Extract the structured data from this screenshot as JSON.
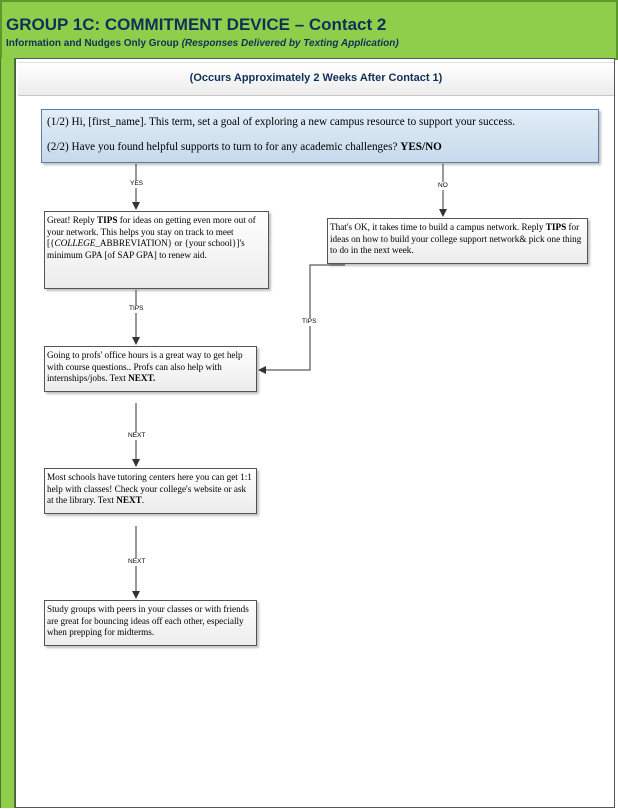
{
  "header": {
    "title": "GROUP 1C: COMMITMENT DEVICE – Contact 2",
    "subtitle_main": "Information and Nudges Only Group ",
    "subtitle_italic": "(Responses Delivered by Texting Application)"
  },
  "timing": "(Occurs Approximately 2 Weeks After Contact 1)",
  "start_message": {
    "line1": "(1/2) Hi, [first_name]. This term, set a goal of exploring a new campus resource to support your success.",
    "line2_text": "(2/2) Have you found helpful supports to turn to for any academic challenges? ",
    "line2_bold": "YES/NO"
  },
  "edges": {
    "yes": "YES",
    "no": "NO",
    "tips_left": "TIPS",
    "tips_right": "TIPS",
    "next_1": "NEXT",
    "next_2": "NEXT"
  },
  "yes_box": {
    "p1": "Great! Reply ",
    "p1_bold": "TIPS",
    "p2": " for ideas on getting even more out of your network. This helps you stay on track to meet [{",
    "p2_italic": "COLLEGE",
    "p3": "_ABBREVIATION} or {your school}]'s minimum GPA [of SAP GPA] to renew aid."
  },
  "no_box": {
    "p1": "That's OK, it takes time to build a campus network. Reply ",
    "p1_bold": "TIPS",
    "p2": " for ideas on how to build your college support network& pick one thing to do in the next week."
  },
  "office_box": {
    "text": "Going to profs' office hours is a great way to get help with course questions.. Profs can also help with internships/jobs. Text ",
    "bold": "NEXT."
  },
  "tutor_box": {
    "text": "Most schools have tutoring centers here you can get 1:1 help with classes! Check your college's website or ask at the library. Text ",
    "bold": "NEXT",
    "end": "."
  },
  "study_box": {
    "text": "Study groups with peers in your classes or with friends are great for bouncing ideas off each other, especially when prepping for midterms."
  }
}
